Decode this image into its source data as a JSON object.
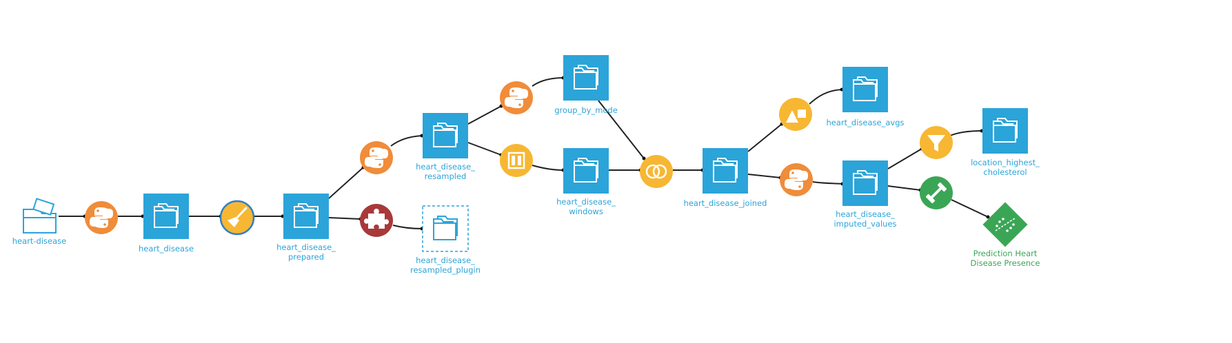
{
  "flow": {
    "datasets": {
      "heart_disease_source": [
        "heart-disease"
      ],
      "heart_disease": [
        "heart_disease"
      ],
      "heart_disease_prepared": [
        "heart_disease_",
        "prepared"
      ],
      "heart_disease_resampled": [
        "heart_disease_",
        "resampled"
      ],
      "heart_disease_resampled_plugin": [
        "heart_disease_",
        "resampled_plugin"
      ],
      "group_by_mode": [
        "group_by_mode"
      ],
      "heart_disease_windows": [
        "heart_disease_",
        "windows"
      ],
      "heart_disease_joined": [
        "heart_disease_joined"
      ],
      "heart_disease_avgs": [
        "heart_disease_avgs"
      ],
      "heart_disease_imputed_values": [
        "heart_disease_",
        "imputed_values"
      ],
      "location_highest_cholesterol": [
        "location_highest_",
        "cholesterol"
      ],
      "prediction_model": [
        "Prediction Heart",
        "Disease Presence"
      ]
    },
    "recipes": {
      "python_1": "python-icon",
      "prepare": "broom-icon",
      "python_2": "python-icon",
      "plugin": "puzzle-icon",
      "python_3": "python-icon",
      "window": "window-icon",
      "join": "join-icon",
      "split": "split-icon",
      "python_4": "python-icon",
      "filter": "funnel-icon",
      "train": "dumbbell-icon"
    },
    "colors": {
      "dataset": "#2ba4d9",
      "python": "#f08c3a",
      "visual": "#f7b733",
      "plugin": "#a8393a",
      "model": "#3aa655",
      "edge": "#222222"
    }
  }
}
